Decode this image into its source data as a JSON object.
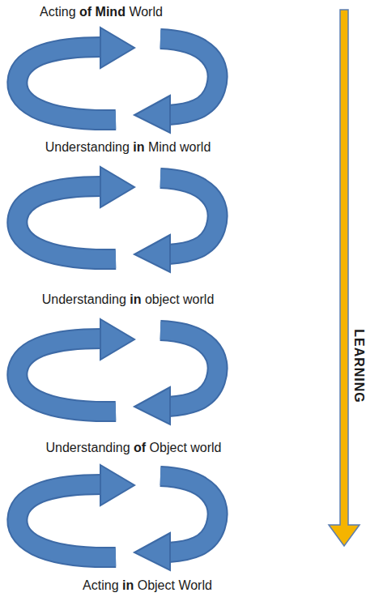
{
  "diagram": {
    "labels": [
      "Acting of Mind World",
      "Understanding in Mind world",
      "Understanding in object world",
      "Understanding of Object world",
      "Acting in Object World",
      "LEARNING"
    ]
  }
}
